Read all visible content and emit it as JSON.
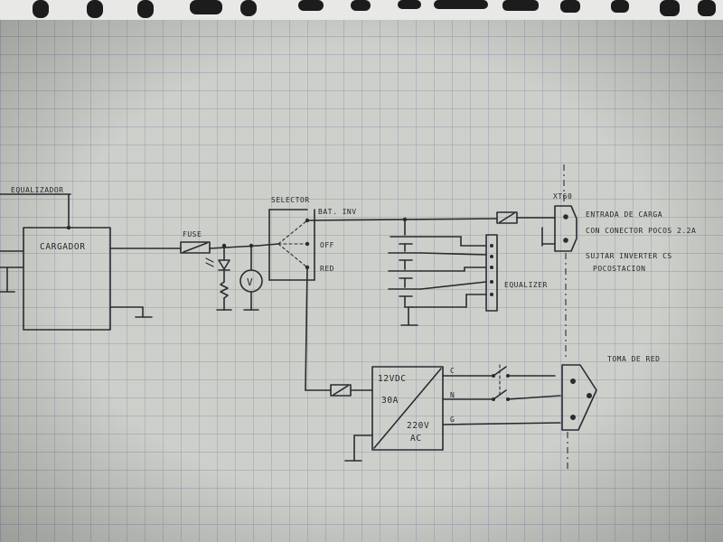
{
  "labels": {
    "equalizer_top": "EQUALIZADOR",
    "charger": "CARGADOR",
    "fuse": "FUSE",
    "selector": "SELECTOR",
    "bat_inv": "BAT. INV",
    "off": "OFF",
    "red": "RED",
    "voltmeter": "V",
    "xt60": "XT60",
    "charge_input_line1": "ENTRADA DE CARGA",
    "charge_input_line2": "CON CONECTOR POCOS 2.2A",
    "invert_line1": "SUJTAR INVERTER CS",
    "invert_line2": "POCOSTACION",
    "equalizer_right": "EQUALIZER",
    "inverter_in": "12VDC",
    "inverter_amp": "30A",
    "inverter_out_v": "220V",
    "inverter_out_ac": "AC",
    "term_c": "C",
    "term_n": "N",
    "term_g": "G",
    "grid_outlet": "TOMA DE RED"
  },
  "colors": {
    "paper": "#c9ccc6",
    "grid": "#8f9bb0",
    "ink": "#2a2a30"
  }
}
